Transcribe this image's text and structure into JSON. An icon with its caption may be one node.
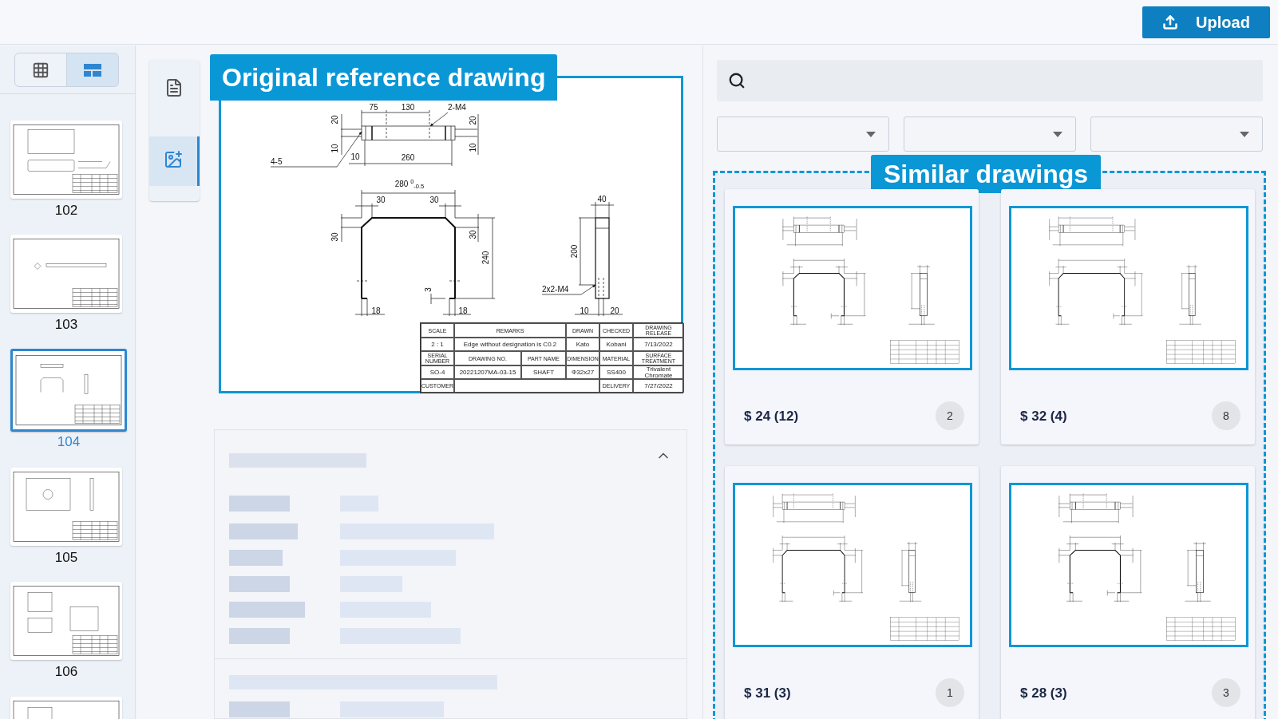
{
  "diagram": {
    "nodes": [
      {
        "text": [
          "Original reference drawing"
        ]
      },
      {
        "text": [
          "4-5"
        ],
        "in": 0
      },
      {
        "text": [
          "2-M4"
        ],
        "in": 0
      },
      {
        "text": [
          "2x2-M4"
        ],
        "in": 0
      },
      {
        "text": [],
        "shape": "bar",
        "in": 0
      },
      {
        "text": [],
        "shape": "bar",
        "in": 0
      },
      {
        "text": [
          "Similar drawings"
        ]
      }
    ],
    "edges": [
      {
        "from": 1,
        "to": 4,
        "arrow": "to"
      },
      {
        "from": 2,
        "to": 4,
        "arrow": "to"
      },
      {
        "from": 3,
        "to": 5,
        "arrow": "to"
      }
    ],
    "labels": [
      "Upload",
      "102",
      "103",
      "104",
      "105",
      "106",
      "75",
      "130",
      "20",
      "20",
      "10",
      "10",
      "10",
      "260",
      "280 $^{0}$$_{-0.5}$",
      "30",
      "30",
      "30",
      "30",
      "240",
      "40",
      "200",
      "3",
      "18",
      "18",
      "10",
      "20",
      "SCALE",
      "REMARKS",
      "DRAWN",
      "CHECKED",
      "DRAWING RELEASE",
      "2 : 1",
      "Edge without designation is C0.2",
      "Kato",
      "Kobani",
      "7/13/2022",
      "SERIAL NUMBER",
      "DRAWING NO.",
      "PART NAME",
      "DIMENSION",
      "MATERIAL",
      "SURFACE TREATMENT",
      "SO-4",
      "20221207MA-03-15",
      "SHAFT",
      "Φ32x27",
      "SS400",
      "Trivalent Chromate",
      "CUSTOMER",
      "DELIVERY",
      "7/27/2022",
      "$ 24 (12)",
      "2",
      "$ 32 (4)",
      "8",
      "$ 31 (3)",
      "1",
      "$ 28 (3)",
      "3"
    ]
  }
}
